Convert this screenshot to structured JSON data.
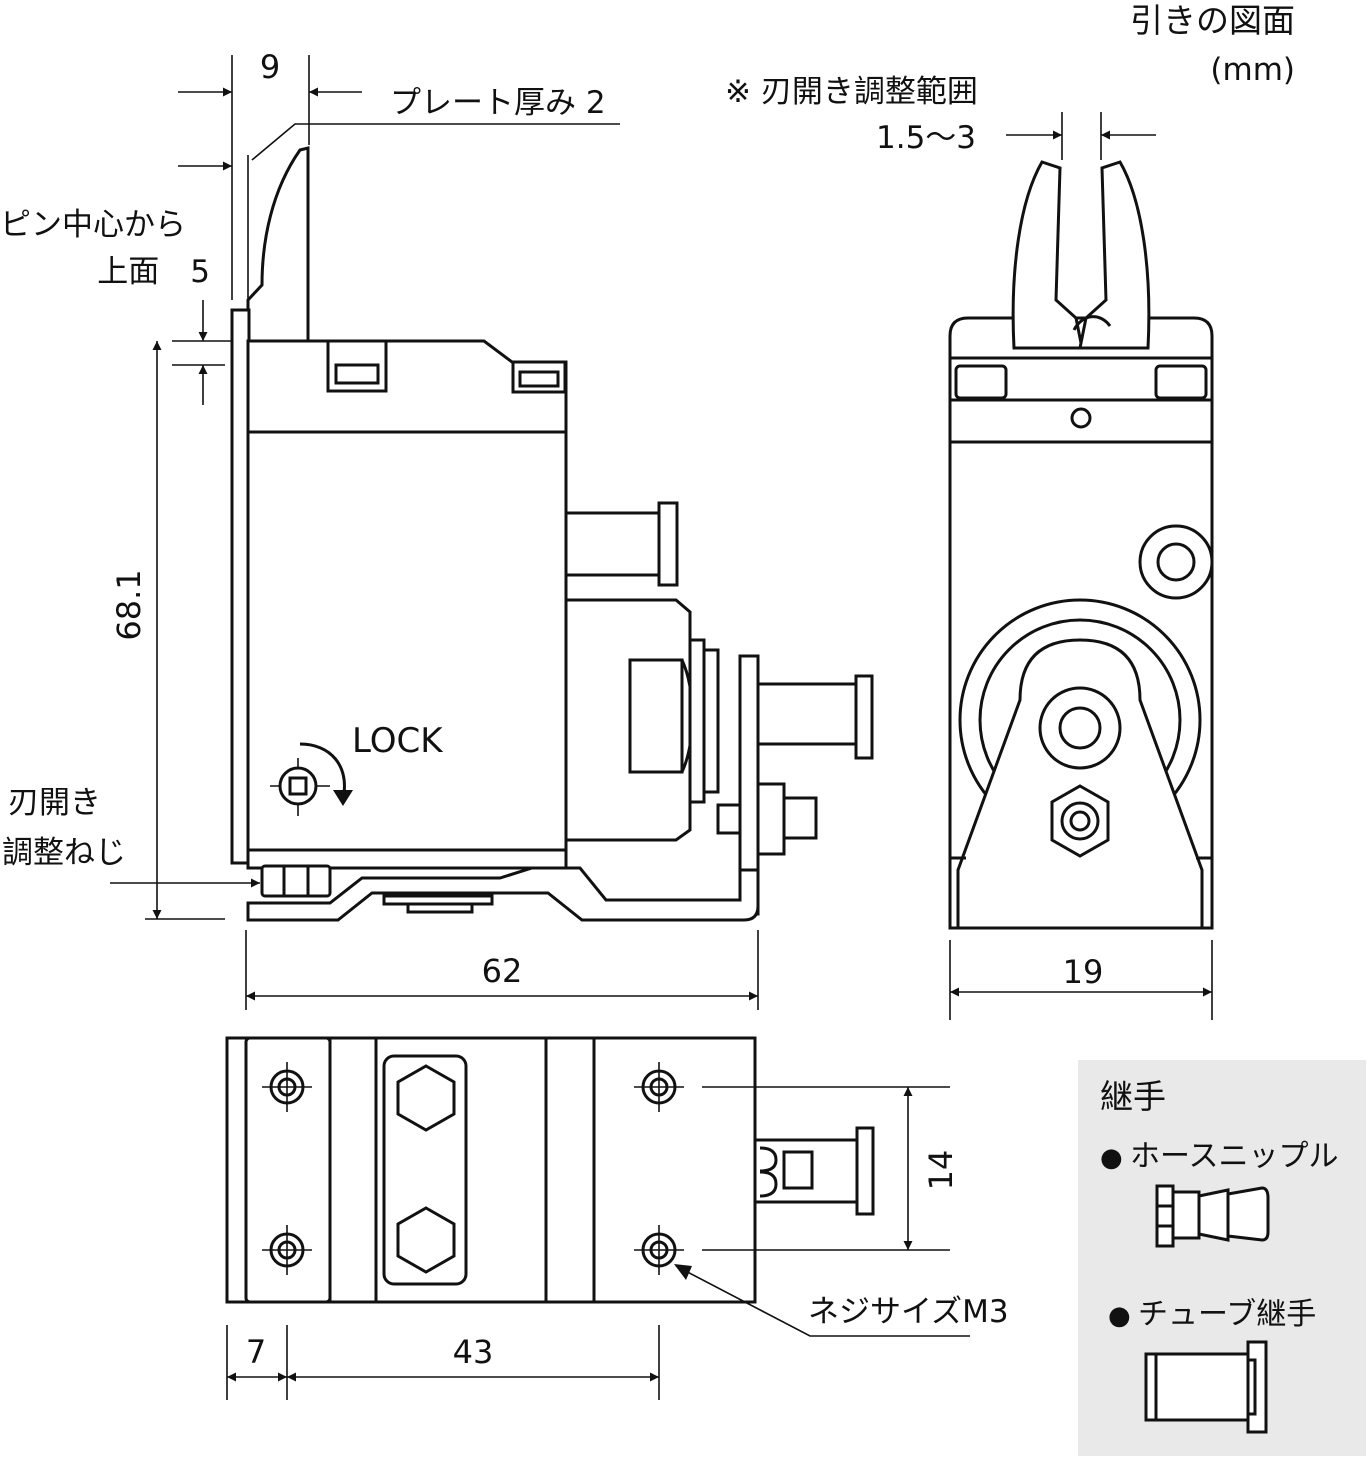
{
  "header": {
    "title": "引きの図面",
    "unit": "(mm)"
  },
  "side_view": {
    "dim_width_top": "9",
    "plate_thickness": "プレート厚み 2",
    "pin_center_line1": "ピン中心から",
    "pin_center_line2": "上面　5",
    "dim_height": "68.1",
    "lock_label": "LOCK",
    "adjust_screw_line1": "刃開き",
    "adjust_screw_line2": "調整ねじ",
    "dim_total_width": "62"
  },
  "front_view": {
    "blade_range_note": "※ 刃開き調整範囲",
    "blade_range_value": "1.5～3",
    "dim_width": "19"
  },
  "bottom_view": {
    "dim_left": "7",
    "dim_pitch": "43",
    "dim_hole_spacing": "14",
    "screw_size": "ネジサイズM3"
  },
  "fittings": {
    "title": "継手",
    "item1": "ホースニップル",
    "item2": "チューブ継手",
    "bullet": "●",
    "panel_color": "#e9e9e9"
  }
}
